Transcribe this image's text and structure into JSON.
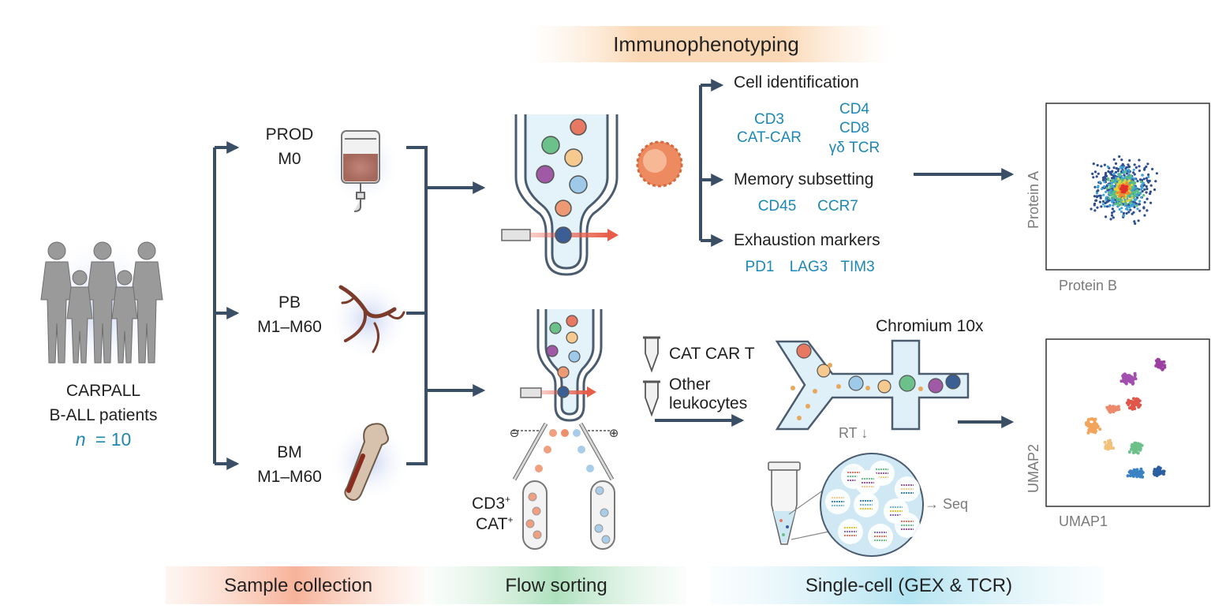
{
  "header": {
    "title": "Immunophenotyping"
  },
  "patients": {
    "line1": "CARPALL",
    "line2": "B-ALL patients",
    "n_symbol": "n",
    "n_value": "= 10"
  },
  "samples": [
    {
      "line1": "PROD",
      "line2": "M0"
    },
    {
      "line1": "PB",
      "line2": "M1–M60"
    },
    {
      "line1": "BM",
      "line2": "M1–M60"
    }
  ],
  "immunophenotyping": {
    "cell_identification": {
      "label": "Cell identification",
      "markers": [
        "CD3",
        "CAT-CAR",
        "CD4",
        "CD8",
        "γδ TCR"
      ]
    },
    "memory_subsetting": {
      "label": "Memory subsetting",
      "markers": [
        "CD45",
        "CCR7"
      ]
    },
    "exhaustion_markers": {
      "label": "Exhaustion markers",
      "markers": [
        "PD1",
        "LAG3",
        "TIM3"
      ]
    }
  },
  "protein_plot": {
    "ylabel": "Protein A",
    "xlabel": "Protein B"
  },
  "umap_plot": {
    "ylabel": "UMAP2",
    "xlabel": "UMAP1"
  },
  "sorting": {
    "population_label_1": "CD3",
    "population_label_1_sup": "+",
    "population_label_2": "CAT",
    "population_label_2_sup": "+",
    "minus": "⊖",
    "plus": "⊕"
  },
  "single_cell": {
    "tube1_label": "CAT CAR T",
    "tube2_line1": "Other",
    "tube2_line2": "leukocytes",
    "chip_label": "Chromium 10x",
    "rt_label": "RT ↓",
    "seq_label": "→ Seq"
  },
  "bands": {
    "sample_collection": "Sample collection",
    "flow_sorting": "Flow sorting",
    "single_cell": "Single-cell (GEX & TCR)"
  },
  "colors": {
    "arrow": "#3a4f66",
    "marker_text": "#1d88b5",
    "band_orange": "#f5a27a",
    "band_green": "#8fd1a4",
    "band_blue": "#8fd3e8"
  }
}
